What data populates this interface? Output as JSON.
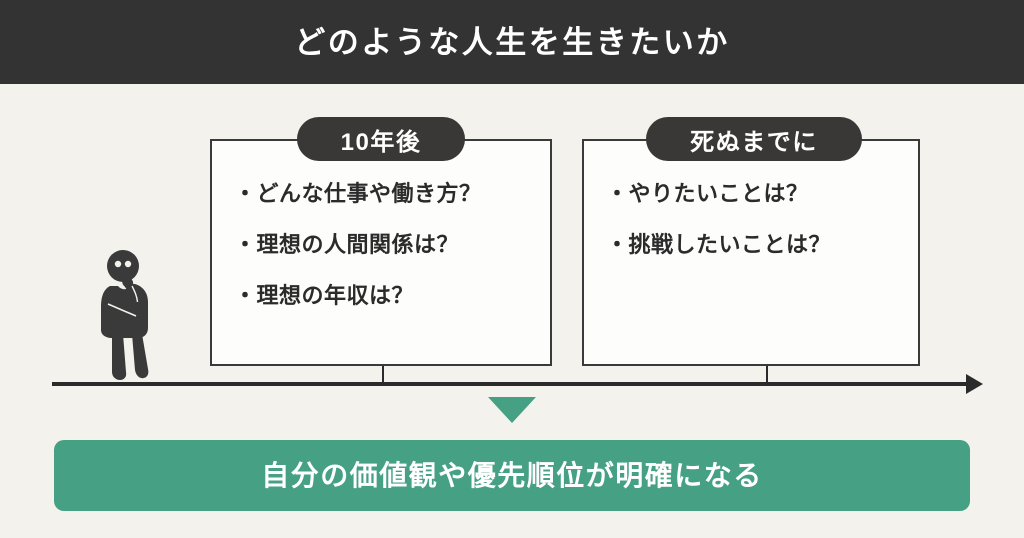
{
  "header": {
    "title": "どのような人生を生きたいか",
    "background_color": "#333333",
    "text_color": "#ffffff"
  },
  "page": {
    "background_color": "#f4f2ed",
    "accent_green": "#45a084",
    "ink": "#2b2b2b"
  },
  "figure": {
    "person_icon_name": "thinking-person-icon",
    "timeline_arrow_name": "timeline-arrow"
  },
  "panels": [
    {
      "badge": "10年後",
      "items": [
        "・どんな仕事や働き方？",
        "・理想の人間関係は？",
        "・理想の年収は？"
      ]
    },
    {
      "badge": "死ぬまでに",
      "items": [
        "・やりたいことは？",
        "・挑戦したいことは？"
      ]
    }
  ],
  "conclusion": {
    "text": "自分の価値観や優先順位が明確になる",
    "background_color": "#45a084",
    "text_color": "#ffffff"
  }
}
